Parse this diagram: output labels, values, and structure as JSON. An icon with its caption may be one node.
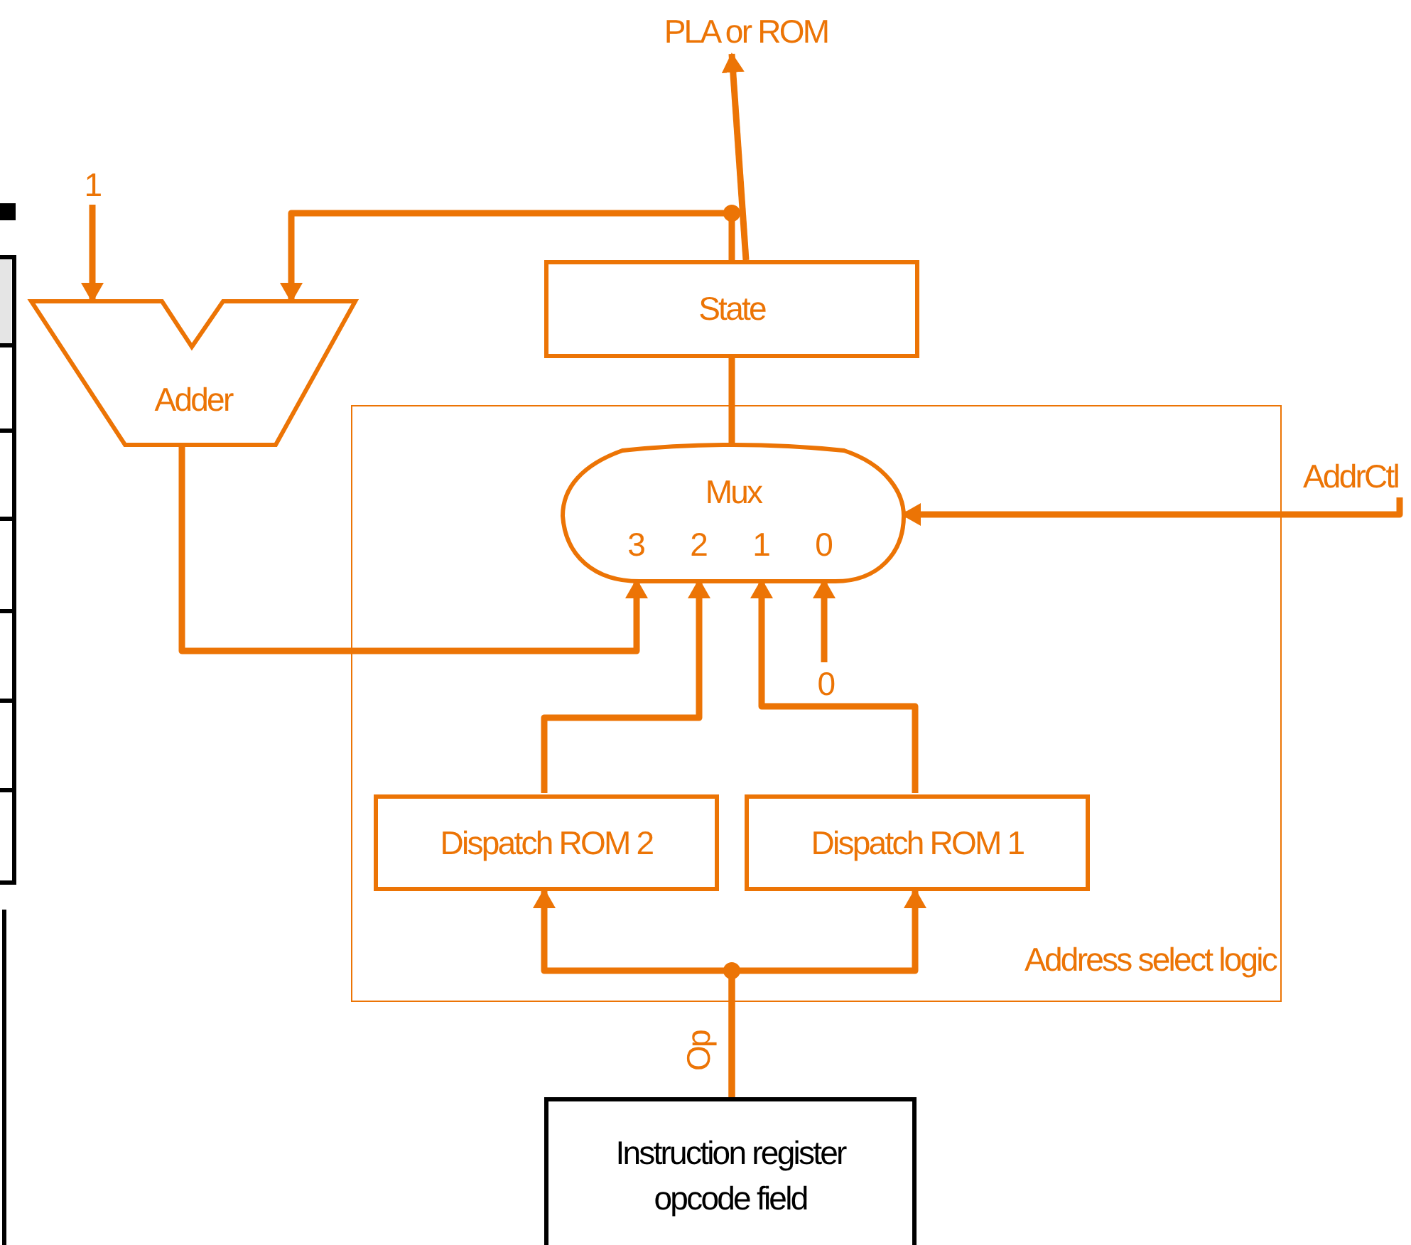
{
  "diagram": {
    "nodes": [
      {
        "text": [
          "PLA or ROM"
        ]
      },
      {
        "text": [
          "State"
        ]
      },
      {
        "text": [
          "Adder"
        ]
      },
      {
        "text": [
          "1"
        ]
      },
      {
        "text": [
          "Address select logic"
        ]
      },
      {
        "text": [
          "Mux",
          "3",
          "2",
          "1",
          "0"
        ],
        "in": 4
      },
      {
        "text": [
          "0"
        ],
        "in": 4
      },
      {
        "text": [
          "Dispatch ROM 2"
        ],
        "in": 4
      },
      {
        "text": [
          "Dispatch ROM 1"
        ],
        "in": 4
      },
      {
        "text": [
          "AddrCtl"
        ]
      },
      {
        "text": [
          "Instruction register opcode field"
        ]
      }
    ],
    "edges": [
      {
        "from": 1,
        "to": 0,
        "arrow": "to"
      },
      {
        "from": 1,
        "to": 2,
        "arrow": "to"
      },
      {
        "from": 3,
        "to": 2,
        "arrow": "to"
      },
      {
        "from": 2,
        "to": 5,
        "arrow": "to"
      },
      {
        "from": 5,
        "to": 1,
        "arrow": "none"
      },
      {
        "from": 9,
        "to": 5,
        "arrow": "to"
      },
      {
        "from": 6,
        "to": 5,
        "arrow": "to"
      },
      {
        "from": 8,
        "to": 5,
        "arrow": "to"
      },
      {
        "from": 7,
        "to": 5,
        "arrow": "to"
      },
      {
        "from": 10,
        "to": 7,
        "arrow": "to",
        "label": "Op"
      },
      {
        "from": 10,
        "to": 8,
        "arrow": "to"
      }
    ]
  }
}
